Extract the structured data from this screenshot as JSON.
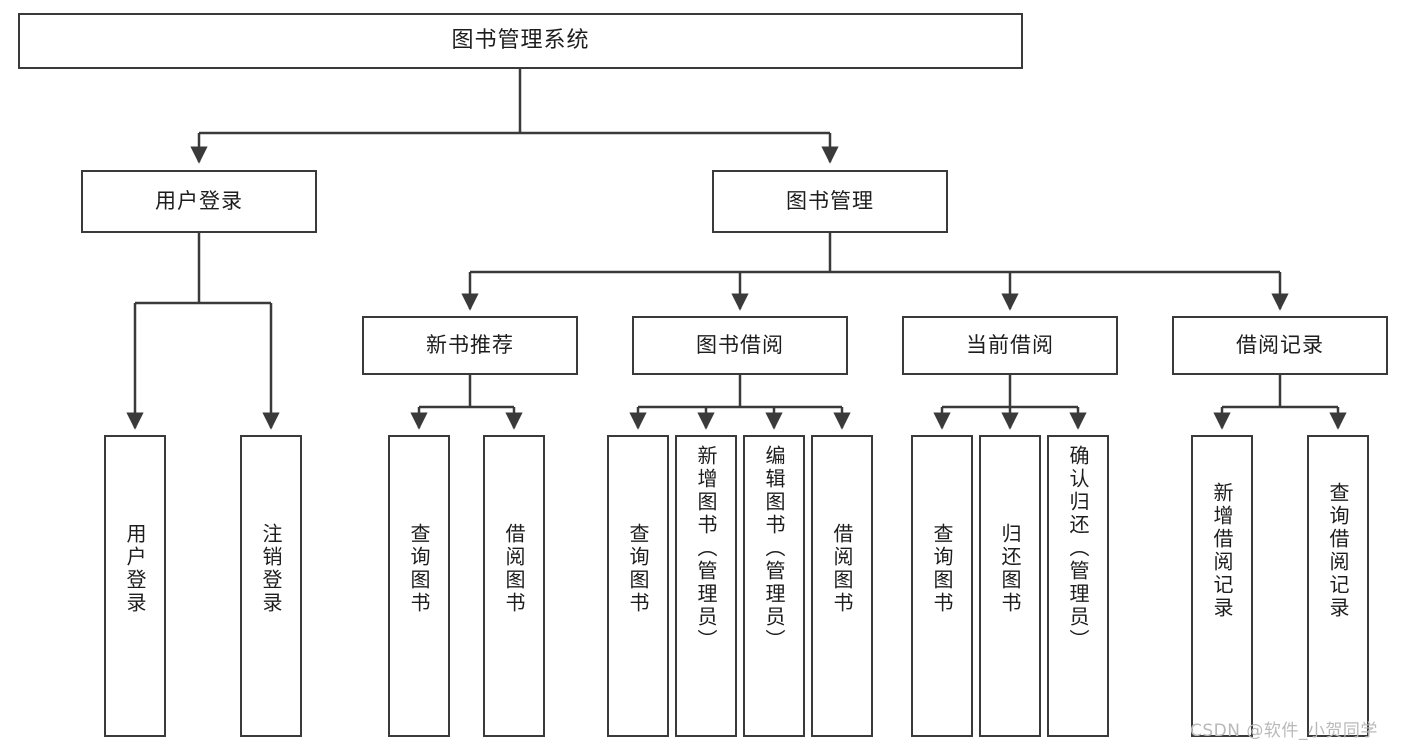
{
  "diagram": {
    "title_node": {
      "label": "图书管理系统"
    },
    "level2": [
      {
        "label": "用户登录"
      },
      {
        "label": "图书管理"
      }
    ],
    "level3": [
      {
        "label": "新书推荐"
      },
      {
        "label": "图书借阅"
      },
      {
        "label": "当前借阅"
      },
      {
        "label": "借阅记录"
      }
    ],
    "leaves": {
      "user_login": [
        {
          "label": "用户登录"
        },
        {
          "label": "注销登录"
        }
      ],
      "new_book_recommend": [
        {
          "label": "查询图书"
        },
        {
          "label": "借阅图书"
        }
      ],
      "book_borrow": [
        {
          "label": "查询图书"
        },
        {
          "label": "新增图书（管理员）"
        },
        {
          "label": "编辑图书（管理员）"
        },
        {
          "label": "借阅图书"
        }
      ],
      "current_borrow": [
        {
          "label": "查询图书"
        },
        {
          "label": "归还图书"
        },
        {
          "label": "确认归还（管理员）"
        }
      ],
      "borrow_record": [
        {
          "label": "新增借阅记录"
        },
        {
          "label": "查询借阅记录"
        }
      ]
    },
    "watermark": "CSDN @软件_小贺同学",
    "colors": {
      "stroke": "#3a3a3a",
      "text": "#1d1d1d",
      "background": "#ffffff",
      "watermark": "#b9b9b9"
    }
  }
}
